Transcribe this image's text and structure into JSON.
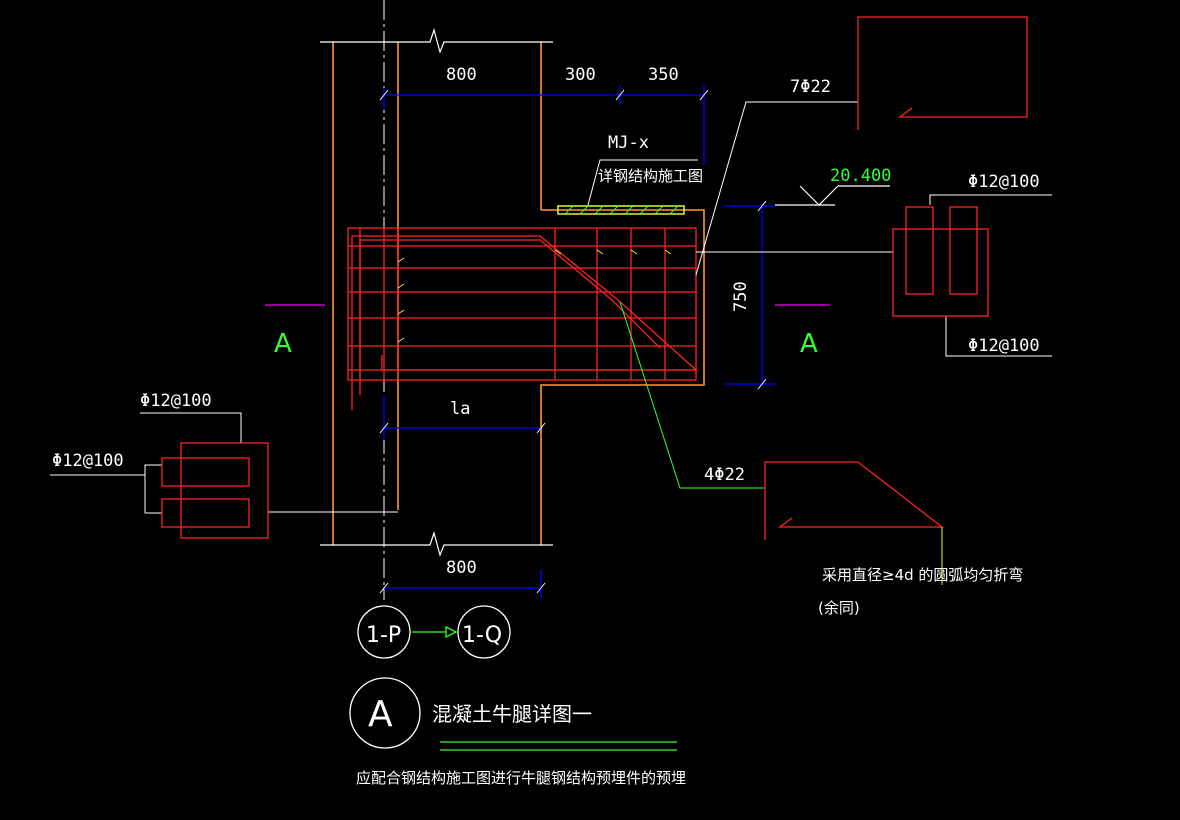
{
  "colors": {
    "background": "#000000",
    "concrete_outline": "#ff9933",
    "rebar": "#ff2222",
    "dimension": "#0000ff",
    "leader": "#ffffff",
    "elevation": "#33ff33",
    "section_mark": "#cc00cc",
    "embed_plate": "#ccff33",
    "hatch_line": "#00ff00"
  },
  "dimensions": {
    "top_total": "800",
    "top_seg1": "300",
    "top_seg2": "350",
    "height": "750",
    "anchorage": "la",
    "bottom": "800"
  },
  "labels": {
    "embed_plate": "MJ-x",
    "embed_note": "详钢结构施工图",
    "main_bar": "7Φ22",
    "elevation": "20.400",
    "stirrup_right_top": "Φ12@100",
    "stirrup_right_bottom": "Φ12@100",
    "section_left": "A",
    "section_right": "A",
    "stirrup_left_top": "Φ12@100",
    "stirrup_left_mid": "Φ12@100",
    "bent_bar": "4Φ22",
    "bend_note": "采用直径≥4d 的圆弧均匀折弯",
    "bend_note2": "(余同)"
  },
  "axes": {
    "from": "1-P",
    "to": "1-Q"
  },
  "title_block": {
    "symbol": "A",
    "title": "混凝土牛腿详图一",
    "note": "应配合钢结构施工图进行牛腿钢结构预埋件的预埋"
  },
  "icons": [
    "break-line-icon",
    "elevation-triangle-icon",
    "axis-arrow-icon"
  ]
}
